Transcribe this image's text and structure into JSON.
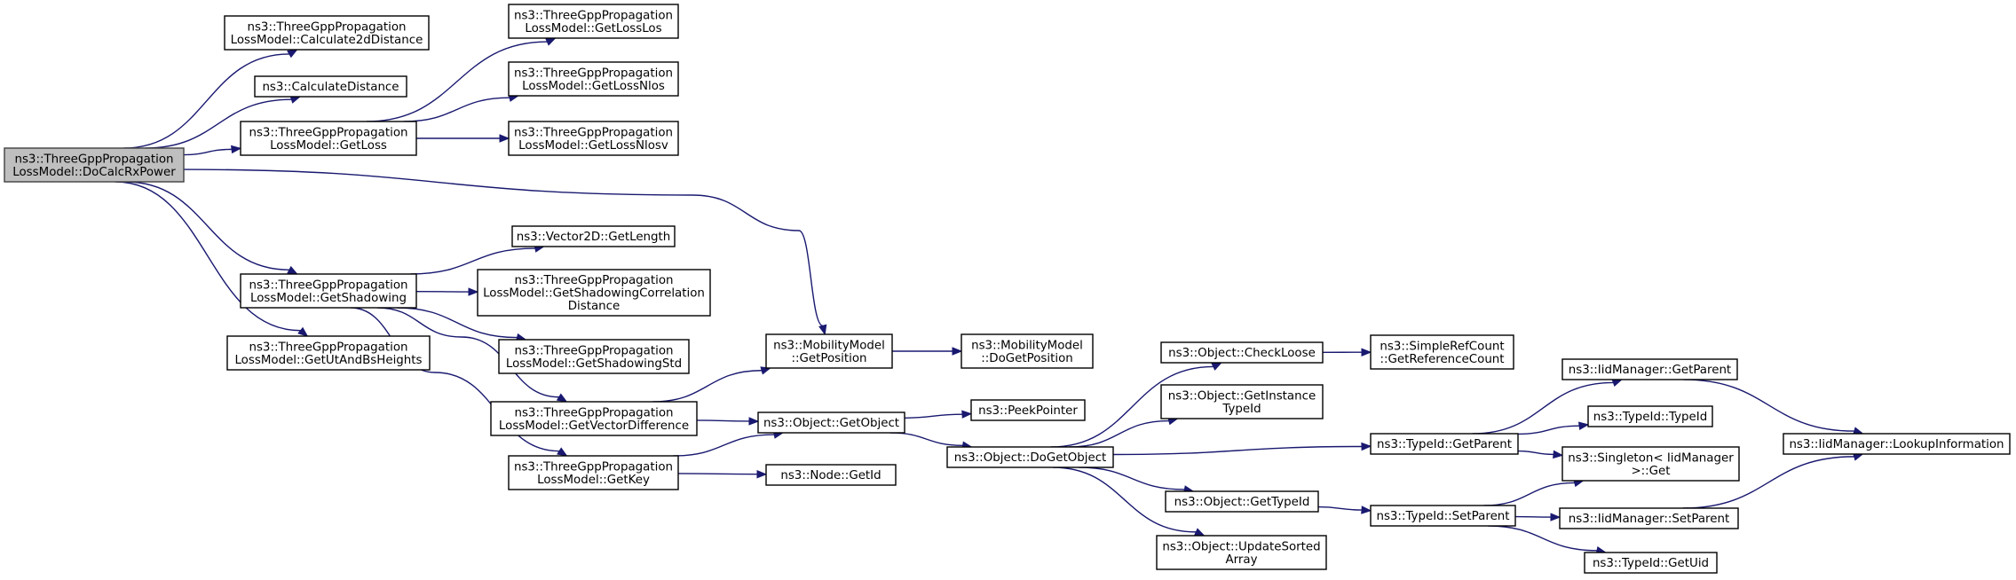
{
  "graph": {
    "nodes": [
      {
        "id": "root",
        "lines": [
          "ns3::ThreeGppPropagation",
          "LossModel::DoCalcRxPower"
        ],
        "root": true
      },
      {
        "id": "calc2d",
        "lines": [
          "ns3::ThreeGppPropagation",
          "LossModel::Calculate2dDistance"
        ]
      },
      {
        "id": "calcdist",
        "lines": [
          "ns3::CalculateDistance"
        ]
      },
      {
        "id": "getloss",
        "lines": [
          "ns3::ThreeGppPropagation",
          "LossModel::GetLoss"
        ]
      },
      {
        "id": "getshadow",
        "lines": [
          "ns3::ThreeGppPropagation",
          "LossModel::GetShadowing"
        ]
      },
      {
        "id": "getut",
        "lines": [
          "ns3::ThreeGppPropagation",
          "LossModel::GetUtAndBsHeights"
        ]
      },
      {
        "id": "losslos",
        "lines": [
          "ns3::ThreeGppPropagation",
          "LossModel::GetLossLos"
        ]
      },
      {
        "id": "lossnlos",
        "lines": [
          "ns3::ThreeGppPropagation",
          "LossModel::GetLossNlos"
        ]
      },
      {
        "id": "lossnlosv",
        "lines": [
          "ns3::ThreeGppPropagation",
          "LossModel::GetLossNlosv"
        ]
      },
      {
        "id": "veclen",
        "lines": [
          "ns3::Vector2D::GetLength"
        ]
      },
      {
        "id": "shcorr",
        "lines": [
          "ns3::ThreeGppPropagation",
          "LossModel::GetShadowingCorrelation",
          "Distance"
        ]
      },
      {
        "id": "shstd",
        "lines": [
          "ns3::ThreeGppPropagation",
          "LossModel::GetShadowingStd"
        ]
      },
      {
        "id": "vecdiff",
        "lines": [
          "ns3::ThreeGppPropagation",
          "LossModel::GetVectorDifference"
        ]
      },
      {
        "id": "getkey",
        "lines": [
          "ns3::ThreeGppPropagation",
          "LossModel::GetKey"
        ]
      },
      {
        "id": "mobpos",
        "lines": [
          "ns3::MobilityModel",
          "::GetPosition"
        ]
      },
      {
        "id": "mobdopos",
        "lines": [
          "ns3::MobilityModel",
          "::DoGetPosition"
        ]
      },
      {
        "id": "getobject",
        "lines": [
          "ns3::Object::GetObject"
        ]
      },
      {
        "id": "peek",
        "lines": [
          "ns3::PeekPointer"
        ]
      },
      {
        "id": "nodeid",
        "lines": [
          "ns3::Node::GetId"
        ]
      },
      {
        "id": "dogetobj",
        "lines": [
          "ns3::Object::DoGetObject"
        ]
      },
      {
        "id": "checkloose",
        "lines": [
          "ns3::Object::CheckLoose"
        ]
      },
      {
        "id": "instid",
        "lines": [
          "ns3::Object::GetInstance",
          "TypeId"
        ]
      },
      {
        "id": "objtypeid",
        "lines": [
          "ns3::Object::GetTypeId"
        ]
      },
      {
        "id": "updsorted",
        "lines": [
          "ns3::Object::UpdateSorted",
          "Array"
        ]
      },
      {
        "id": "refcount",
        "lines": [
          "ns3::SimpleRefCount",
          "::GetReferenceCount"
        ]
      },
      {
        "id": "tgetparent",
        "lines": [
          "ns3::TypeId::GetParent"
        ]
      },
      {
        "id": "tsetparent",
        "lines": [
          "ns3::TypeId::SetParent"
        ]
      },
      {
        "id": "iidgetparent",
        "lines": [
          "ns3::IidManager::GetParent"
        ]
      },
      {
        "id": "typeidctor",
        "lines": [
          "ns3::TypeId::TypeId"
        ]
      },
      {
        "id": "singleton",
        "lines": [
          "ns3::Singleton< IidManager",
          " >::Get"
        ]
      },
      {
        "id": "iidsetparent",
        "lines": [
          "ns3::IidManager::SetParent"
        ]
      },
      {
        "id": "getuid",
        "lines": [
          "ns3::TypeId::GetUid"
        ]
      },
      {
        "id": "lookup",
        "lines": [
          "ns3::IidManager::LookupInformation"
        ]
      }
    ],
    "edges": [
      [
        "root",
        "calc2d"
      ],
      [
        "root",
        "calcdist"
      ],
      [
        "root",
        "getloss"
      ],
      [
        "root",
        "getshadow"
      ],
      [
        "root",
        "getut"
      ],
      [
        "root",
        "mobpos"
      ],
      [
        "getloss",
        "losslos"
      ],
      [
        "getloss",
        "lossnlos"
      ],
      [
        "getloss",
        "lossnlosv"
      ],
      [
        "getshadow",
        "veclen"
      ],
      [
        "getshadow",
        "shcorr"
      ],
      [
        "getshadow",
        "shstd"
      ],
      [
        "getshadow",
        "vecdiff"
      ],
      [
        "getshadow",
        "getkey"
      ],
      [
        "vecdiff",
        "mobpos"
      ],
      [
        "vecdiff",
        "getobject"
      ],
      [
        "getkey",
        "getobject"
      ],
      [
        "getkey",
        "nodeid"
      ],
      [
        "mobpos",
        "mobdopos"
      ],
      [
        "getobject",
        "peek"
      ],
      [
        "getobject",
        "dogetobj"
      ],
      [
        "dogetobj",
        "checkloose"
      ],
      [
        "dogetobj",
        "instid"
      ],
      [
        "dogetobj",
        "objtypeid"
      ],
      [
        "dogetobj",
        "updsorted"
      ],
      [
        "dogetobj",
        "tgetparent"
      ],
      [
        "checkloose",
        "refcount"
      ],
      [
        "objtypeid",
        "tsetparent"
      ],
      [
        "tgetparent",
        "iidgetparent"
      ],
      [
        "tgetparent",
        "typeidctor"
      ],
      [
        "tgetparent",
        "singleton"
      ],
      [
        "tsetparent",
        "singleton"
      ],
      [
        "tsetparent",
        "iidsetparent"
      ],
      [
        "tsetparent",
        "getuid"
      ],
      [
        "iidgetparent",
        "lookup"
      ],
      [
        "iidsetparent",
        "lookup"
      ]
    ]
  }
}
